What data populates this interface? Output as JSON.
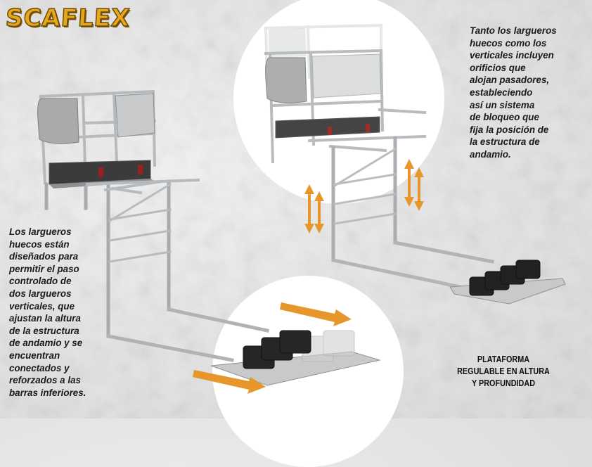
{
  "brand": {
    "logo_text": "SCAFLEX",
    "color": "#e7a61d"
  },
  "callouts": {
    "top_right": "Tanto los largueros\nhuecos como los\nverticales incluyen\norificios que\nalojan pasadores,\nestableciendo\nasí un sistema\nde bloqueo que\nfija la posición de\nla estructura de\nandamio.",
    "left": "Los largueros\nhuecos están\ndiseñados para\npermitir el paso\ncontrolado de\ndos largueros\nverticales, que\najustan la altura\nde la estructura\nde andamio y se\nencuentran\nconectados y\nreforzados a las\nbarras inferiores."
  },
  "caption": "PLATAFORMA\nREGULABLE EN ALTURA\nY PROFUNDIDAD",
  "illustrations": {
    "main": "scaffold-structure-illustration",
    "height_detail": "height-adjustment-detail",
    "depth_detail": "depth-adjustment-detail",
    "arrow_color": "#e6962a",
    "frame_color": "#9ea2a6"
  }
}
